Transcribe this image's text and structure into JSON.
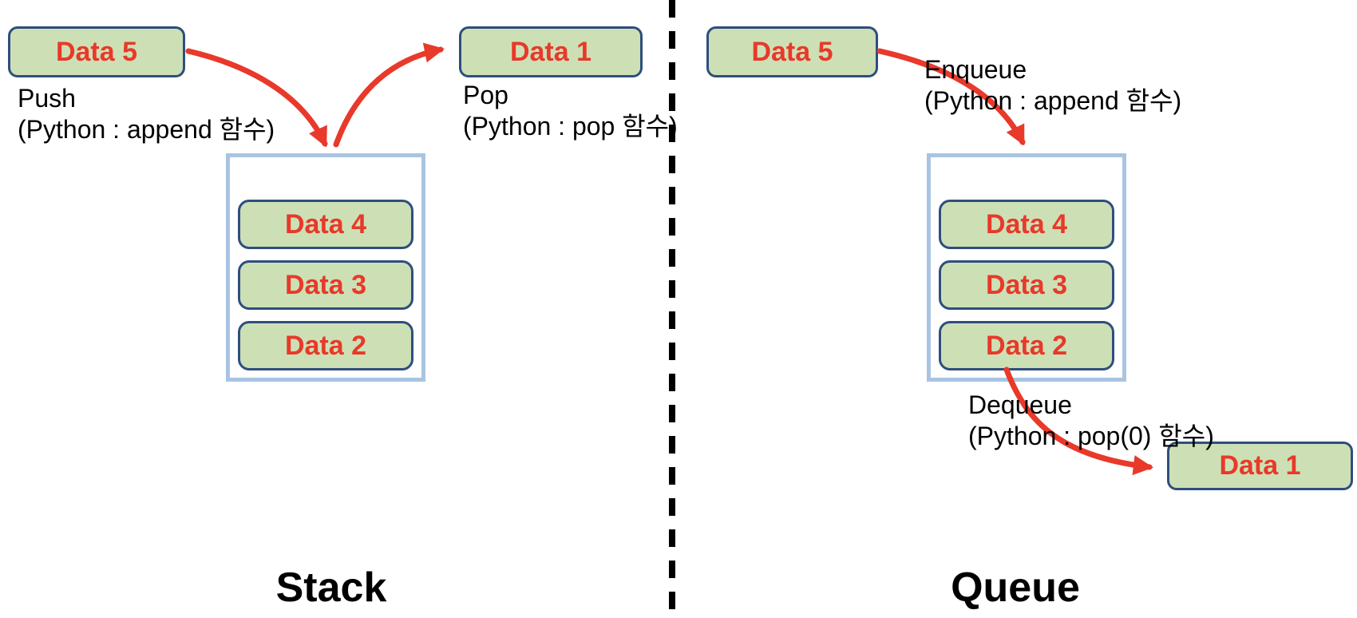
{
  "colors": {
    "background": "#ffffff",
    "box_fill": "#cde0b5",
    "box_border": "#2e4e7e",
    "container_border": "#a9c4e1",
    "arrow_red": "#e8392a",
    "data_text_red": "#e8392a",
    "label_text_black": "#000000",
    "divider_black": "#000000"
  },
  "stack": {
    "title": "Stack",
    "input_box_label": "Data 5",
    "input_op_line1": "Push",
    "input_op_line2": "(Python : append 함수)",
    "output_box_label": "Data 1",
    "output_op_line1": "Pop",
    "output_op_line2": "(Python : pop 함수)",
    "items": [
      "Data 4",
      "Data 3",
      "Data 2"
    ]
  },
  "queue": {
    "title": "Queue",
    "input_box_label": "Data 5",
    "input_op_line1": "Enqueue",
    "input_op_line2": "(Python : append 함수)",
    "output_box_label": "Data 1",
    "output_op_line1": "Dequeue",
    "output_op_line2": "(Python : pop(0) 함수)",
    "items": [
      "Data 4",
      "Data 3",
      "Data 2"
    ]
  }
}
